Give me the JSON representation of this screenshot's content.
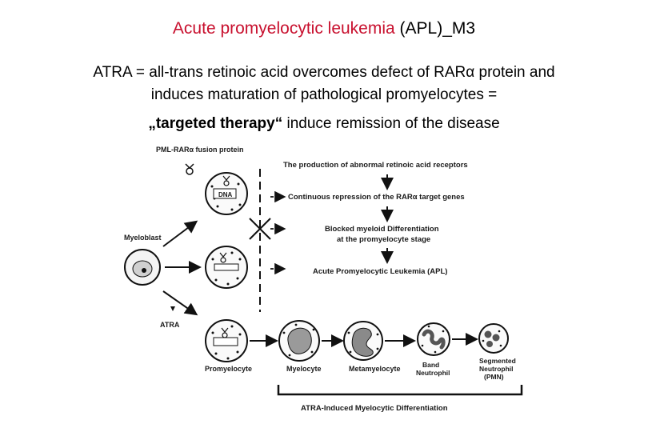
{
  "slide": {
    "title_red": "Acute promyelocytic leukemia",
    "title_black": "(APL)_M3",
    "line1": "ATRA = all-trans retinoic acid overcomes defect of RARα protein and",
    "line2": "induces maturation of pathological promyelocytes =",
    "line3_bold": "„targeted therapy“",
    "line3_rest": "induce remission of the disease"
  },
  "diagram": {
    "fusion_protein": "PML-RARα fusion protein",
    "myeloblast": "Myeloblast",
    "atra": "ATRA",
    "dna": "DNA",
    "flow": [
      "The production of abnormal retinoic acid receptors",
      "Continuous repression of the RARα target genes",
      "Blocked myeloid Differentiation",
      "at the promyelocyte stage",
      "Acute Promyelocytic Leukemia (APL)"
    ],
    "cells": {
      "promyelocyte": "Promyelocyte",
      "myelocyte": "Myelocyte",
      "metamyelocyte": "Metamyelocyte",
      "band_1": "Band",
      "band_2": "Neutrophil",
      "seg_1": "Segmented",
      "seg_2": "Neutrophil",
      "seg_3": "(PMN)"
    },
    "bracket_label": "ATRA-Induced Myelocytic Differentiation"
  }
}
